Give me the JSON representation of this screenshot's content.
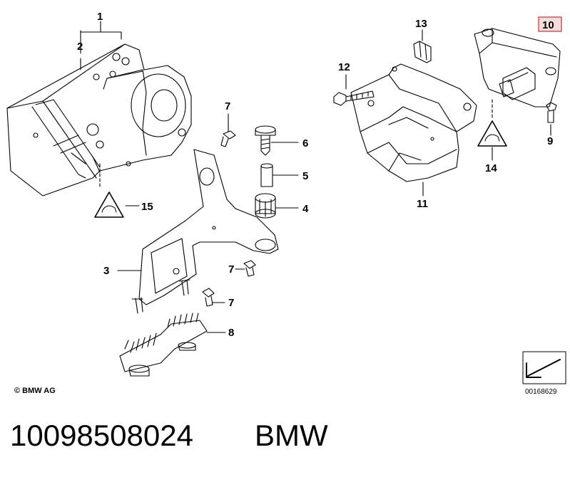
{
  "callouts": {
    "c1": "1",
    "c2": "2",
    "c3": "3",
    "c4": "4",
    "c5": "5",
    "c6": "6",
    "c7a": "7",
    "c7b": "7",
    "c7c": "7",
    "c8": "8",
    "c9": "9",
    "c10": "10",
    "c11": "11",
    "c12": "12",
    "c13": "13",
    "c14": "14",
    "c15": "15"
  },
  "copyright": "© BMW AG",
  "diagram_number": "00168629",
  "part_number": "10098508024",
  "brand": "BMW",
  "highlight_color": "#d9534f"
}
